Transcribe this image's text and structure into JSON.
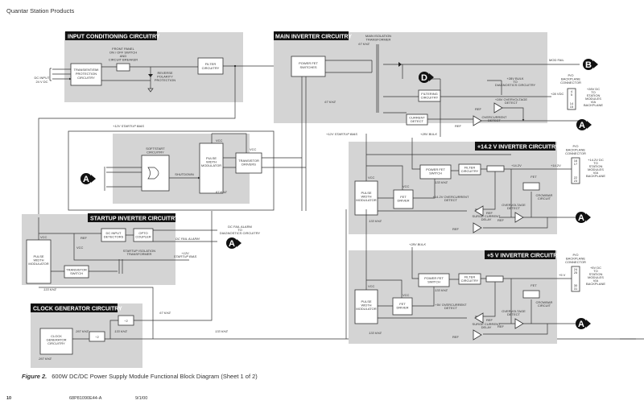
{
  "page_header": "Quantar Station Products",
  "input_conditioning": {
    "title": "INPUT CONDITIONING CIRCUITRY",
    "dc_input": [
      "DC INPUT",
      "24 V DC"
    ],
    "transient": [
      "TRANSIENT/EMI",
      "PROTECTION",
      "CIRCUITRY"
    ],
    "switch_label": [
      "FRONT PANEL",
      "ON / OFF SWITCH",
      "AND",
      "CIRCUIT BREAKER"
    ],
    "reverse": [
      "REVERSE",
      "POLARITY",
      "PROTECTION"
    ],
    "filter": [
      "FILTER",
      "CIRCUITRY"
    ]
  },
  "main_inverter": {
    "title": "MAIN INVERTER CIRCUITRY",
    "transformer": [
      "MAIN ISOLATION",
      "TRANSFORMER"
    ],
    "power_fet": [
      "POWER FET",
      "SWITCHES"
    ],
    "freq_a": "67 KHZ",
    "freq_b": "67 KHZ",
    "mod_fail": "MOD FAIL",
    "bulk_diag": [
      "+28V BULK",
      "TO",
      "DIAGNOSTICS CIRCUITRY"
    ],
    "filtering": [
      "FILTERING",
      "CIRCUITRY"
    ],
    "v28dc": "+28 VDC",
    "overvoltage": [
      "+28V OVERVOLTAGE",
      "DETECT"
    ],
    "current_detect": [
      "CURRENT",
      "DETECT"
    ],
    "overcurrent": [
      "OVERCURRENT",
      "DETECT"
    ],
    "ref": "REF",
    "connector": [
      "P/O",
      "BACKPLANE",
      "CONNECTOR"
    ],
    "pins": [
      "4",
      "5",
      "14",
      "15"
    ],
    "output": [
      "+28V DC",
      "TO",
      "STATION",
      "MODULES",
      "VIA",
      "BACKPLANE"
    ]
  },
  "pwm_section": {
    "startup_bias": "+12V STARTUP BIAS",
    "softstart": [
      "SOFTSTART",
      "CIRCUITRY"
    ],
    "shutdown": "SHUTDOWN",
    "pwm": [
      "PULSE",
      "WIDTH",
      "MODULATOR"
    ],
    "vcc": "VCC",
    "drivers": [
      "TRANSISTOR",
      "DRIVERS"
    ],
    "freq": "67 KHZ"
  },
  "startup_inverter": {
    "title": "STARTUP INVERTER CIRCUITRY",
    "pwm": [
      "PULSE",
      "WIDTH",
      "MODULATOR"
    ],
    "vcc": "VCC",
    "ref": "REF",
    "dc_detectors": [
      "DC INPUT",
      "DETECTORS"
    ],
    "opto": [
      "OPTO",
      "COUPLER"
    ],
    "transformer": [
      "STARTUP ISOLATION",
      "TRANSFORMER"
    ],
    "switch": [
      "TRANSISTOR",
      "SWITCH"
    ],
    "alarm_diag": [
      "DC FAIL ALARM",
      "TO",
      "DIAGNOSTICS CIRCUITRY"
    ],
    "dc_fail_alarm": "DC FAIL ALARM",
    "startup_bias": [
      "+12V",
      "STARTUP BIAS"
    ],
    "freq": "133 KHZ"
  },
  "clock_generator": {
    "title": "CLOCK GENERATOR CIRCUITRY",
    "clock": [
      "CLOCK",
      "GENERATOR",
      "CIRCUITRY"
    ],
    "divider": "÷2",
    "f267a": "267 KHZ",
    "f267b": "267 KHZ",
    "f133a": "133 KHZ",
    "f133b": "133 KHZ",
    "f67": "67 KHZ"
  },
  "inv14": {
    "title": "+14.2 V INVERTER CIRCUITRY",
    "startup_bias": "+12V STARTUP BIAS",
    "bulk": "+28V BULK",
    "pwm": [
      "PULSE",
      "WIDTH",
      "MODULATOR"
    ],
    "vcc": "VCC",
    "fet_driver": [
      "FET",
      "DRIVER"
    ],
    "power_fet": [
      "POWER FET",
      "SWITCH"
    ],
    "filter": [
      "FILTER",
      "CIRCUITRY"
    ],
    "freq": "133 KHZ",
    "freq2": "133 KHZ",
    "v_a": "+14.2V",
    "v_b": "+14.2V",
    "fet": "FET",
    "crowbar": [
      "CROWBAR",
      "CIRCUIT"
    ],
    "overcurrent": [
      "+14.2V OVERCURRENT",
      "DETECT"
    ],
    "overvoltage": [
      "OVERVOLTAGE",
      "DETECT"
    ],
    "surge": [
      "SURGE CURRENT",
      "DELAY"
    ],
    "ref": "REF",
    "connector": [
      "P/O",
      "BACKPLANE",
      "CONNECTOR"
    ],
    "pins": [
      "16",
      "17",
      "22",
      "23"
    ],
    "output": [
      "+14.2V DC",
      "TO",
      "STATION",
      "MODULES",
      "VIA",
      "BACKPLANE"
    ]
  },
  "inv5": {
    "title": "+5 V INVERTER CIRCUITRY",
    "bulk": "+28V BULK",
    "pwm": [
      "PULSE",
      "WIDTH",
      "MODULATOR"
    ],
    "vcc": "VCC",
    "fet_driver": [
      "FET",
      "DRIVER"
    ],
    "power_fet": [
      "POWER FET",
      "SWITCH"
    ],
    "filter": [
      "FILTER",
      "CIRCUITRY"
    ],
    "freq": "133 KHZ",
    "freq2": "133 KHZ",
    "v": "+5 V",
    "fet": "FET",
    "crowbar": [
      "CROWBAR",
      "CIRCUIT"
    ],
    "overcurrent": [
      "+5V OVERCURRENT",
      "DETECT"
    ],
    "overvoltage": [
      "OVERVOLTAGE",
      "DETECT"
    ],
    "surge": [
      "SURGE CURRENT",
      "DELAY"
    ],
    "ref": "REF",
    "connector": [
      "P/O",
      "BACKPLANE",
      "CONNECTOR"
    ],
    "pins": [
      "24",
      "25",
      "30",
      "31"
    ],
    "output": [
      "+5V DC",
      "TO",
      "STATION",
      "MODULES",
      "VIA",
      "BACKPLANE"
    ]
  },
  "connectors": {
    "a": "A",
    "b": "B",
    "d": "D"
  },
  "caption": {
    "label": "Figure 2.",
    "text": "600W DC/DC Power Supply Module Functional Block Diagram (Sheet 1 of 2)"
  },
  "footer": {
    "page": "10",
    "doc_number": "68P81090E44-A",
    "date": "9/1/00"
  }
}
